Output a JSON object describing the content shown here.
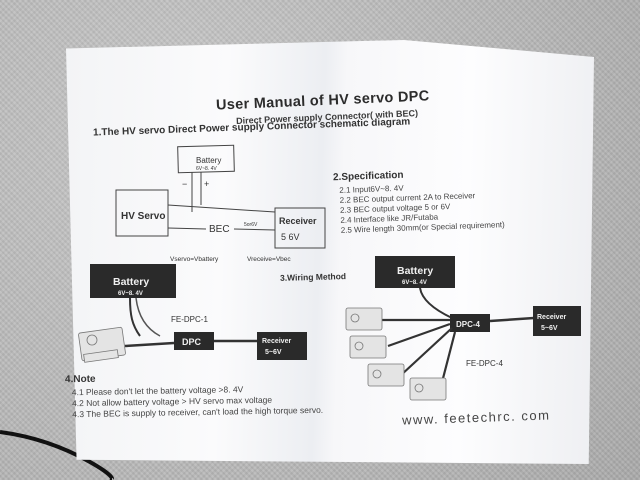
{
  "doc": {
    "title": "User Manual of HV servo DPC",
    "subtitle": "Direct Power supply Connector( with BEC)",
    "section1": "1.The HV servo Direct Power supply Connector schematic diagram",
    "section2": "2.Specification",
    "specs": [
      "2.1 Input6V~8. 4V",
      "2.2 BEC output current 2A to Receiver",
      "2.3 BEC output voltage 5 or 6V",
      "2.4 Interface like JR/Futaba",
      "2.5 Wire length 30mm(or Special requirement)"
    ],
    "section3": "3.Wiring Method",
    "section4": "4.Note",
    "notes": [
      "4.1 Please don't let the battery voltage >8. 4V",
      "4.2 Not allow battery voltage > HV servo max voltage",
      "4.3 The BEC is supply to receiver, can't load the high torque servo."
    ],
    "website": "www. feetechrc. com"
  },
  "schematic": {
    "battery_label": "Battery",
    "battery_voltage": "6V~8. 4V",
    "minus": "−",
    "plus": "+",
    "servo_label": "HV Servo",
    "bec_label": "BEC",
    "bec_out": "5or6V",
    "receiver_label": "Receiver",
    "receiver_voltage": "5 6V",
    "v_servo": "Vservo=Vbattery",
    "v_receiver": "Vreceive=Vbec"
  },
  "wiring1": {
    "battery_label": "Battery",
    "battery_voltage": "6V~8. 4V",
    "model": "FE-DPC-1",
    "dpc_label": "DPC",
    "receiver_label": "Receiver",
    "receiver_voltage": "5~6V"
  },
  "wiring2": {
    "battery_label": "Battery",
    "battery_voltage": "6V~8. 4V",
    "dpc_label": "DPC-4",
    "model": "FE-DPC-4",
    "receiver_label": "Receiver",
    "receiver_voltage": "5~6V"
  },
  "colors": {
    "paper": "#f5f6f8",
    "ink": "#333333",
    "block": "#2a2a2a",
    "carpet": "#bdbdbd"
  }
}
